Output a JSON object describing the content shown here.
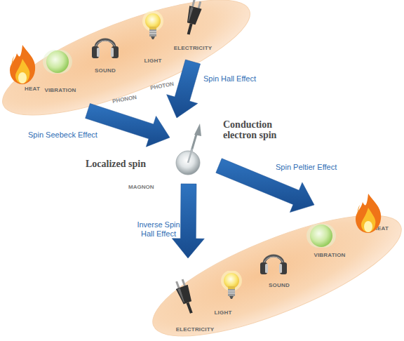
{
  "diagram": {
    "nodes": [
      {
        "text": [
          "HEAT",
          "VIBRATION",
          "SOUND",
          "LIGHT",
          "ELECTRICITY"
        ]
      },
      {
        "text": [
          "Conduction electron spin",
          "Localized spin",
          "MAGNON"
        ]
      },
      {
        "text": [
          "ELECTRICITY",
          "LIGHT",
          "SOUND",
          "VIBRATION",
          "HEAT"
        ]
      }
    ],
    "edges": [
      {
        "from": 0,
        "to": 1,
        "label": "Spin Seebeck Effect",
        "arrow": "to"
      },
      {
        "from": 0,
        "to": 1,
        "label": "Spin Hall Effect",
        "arrow": "to"
      },
      {
        "from": 1,
        "to": 2,
        "label": "Spin Peltier Effect",
        "arrow": "to"
      },
      {
        "from": 1,
        "to": 2,
        "label": "Inverse Spin Hall Effect",
        "arrow": "to"
      }
    ],
    "labels": [
      "PHONON",
      "PHOTON"
    ]
  }
}
